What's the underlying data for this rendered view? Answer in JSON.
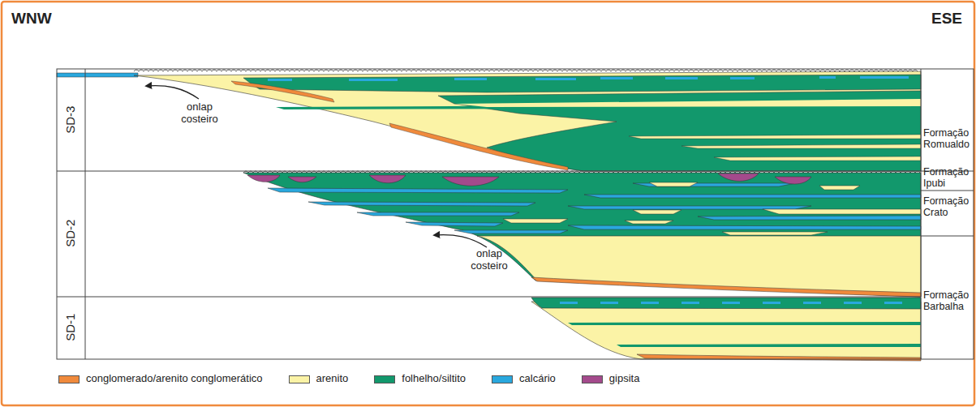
{
  "diagram": {
    "labels": [
      "WNW",
      "ESE",
      "SD-3",
      "SD-2",
      "SD-1",
      "onlap costeiro",
      "onlap costeiro",
      "Formação Romualdo",
      "Formação Ipubi",
      "Formação Crato",
      "Formação Barbalha"
    ],
    "legend": [
      {
        "text": "conglomerado/arenito conglomerático",
        "color": "#f08a3c"
      },
      {
        "text": "arenito",
        "color": "#fbf3a6"
      },
      {
        "text": "folhelho/siltito",
        "color": "#12986c"
      },
      {
        "text": "calcário",
        "color": "#29a8de"
      },
      {
        "text": "gipsita",
        "color": "#a44a8c"
      }
    ]
  }
}
